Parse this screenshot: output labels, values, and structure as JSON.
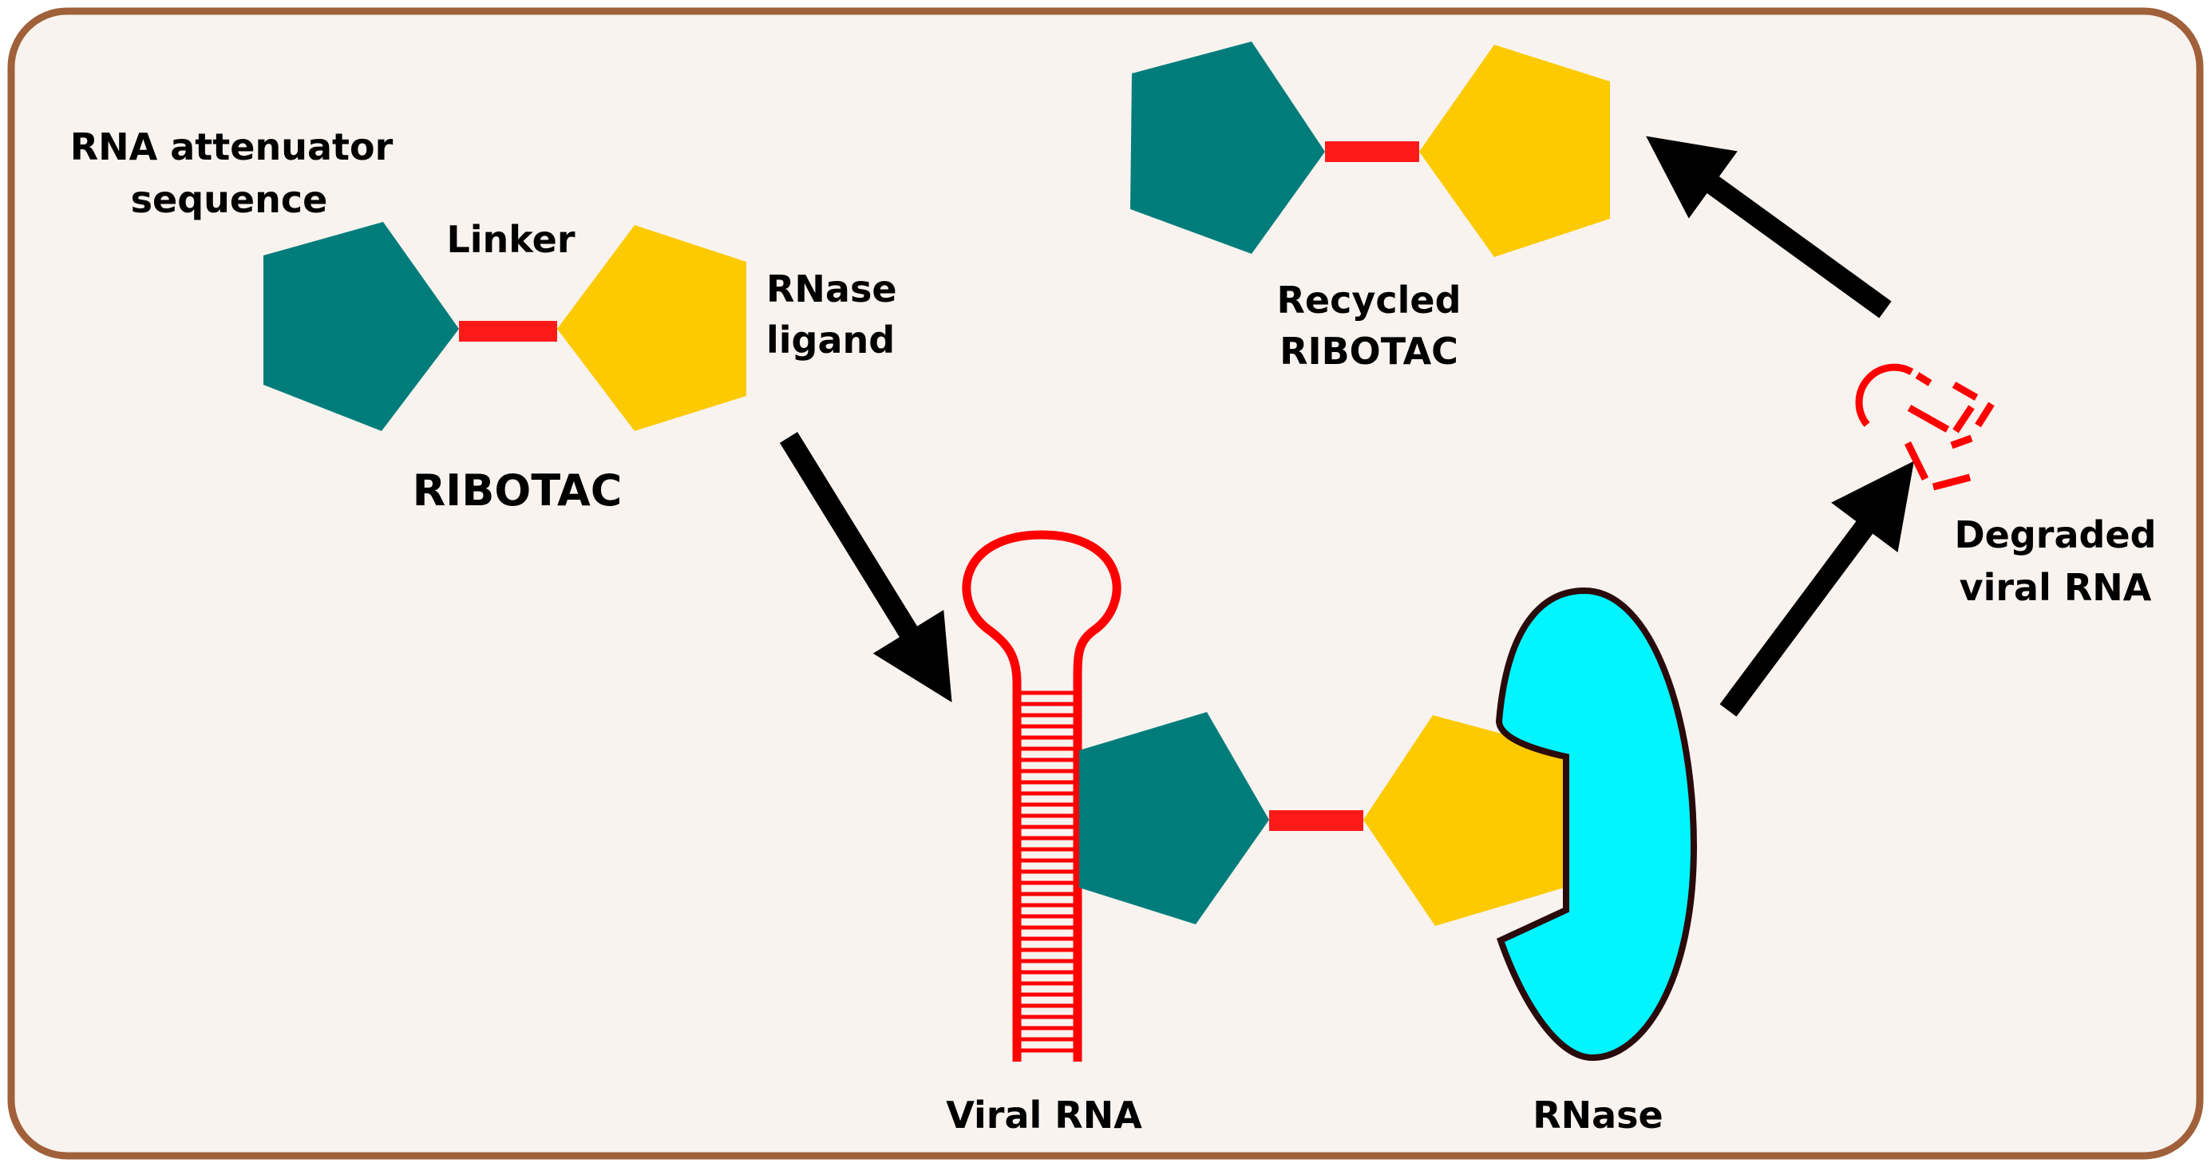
{
  "labels": {
    "rna_attenuator_line1": "RNA attenuator",
    "rna_attenuator_line2": "sequence",
    "linker": "Linker",
    "rnase_ligand_line1": "RNase",
    "rnase_ligand_line2": "ligand",
    "ribotac": "RIBOTAC",
    "recycled_line1": "Recycled",
    "recycled_line2": "RIBOTAC",
    "degraded_line1": "Degraded",
    "degraded_line2": "viral RNA",
    "viral_rna": "Viral RNA",
    "rnase": "RNase"
  },
  "colors": {
    "frame_border": "#a0603a",
    "frame_fill": "#f8f3ef",
    "teal": "#007d7b",
    "yellow": "#fdca00",
    "linker_red": "#ff1a1a",
    "rna_red": "#ff0000",
    "rnase_cyan": "#00f5ff",
    "rnase_outline": "#2a0a0a",
    "arrow_black": "#000000"
  }
}
